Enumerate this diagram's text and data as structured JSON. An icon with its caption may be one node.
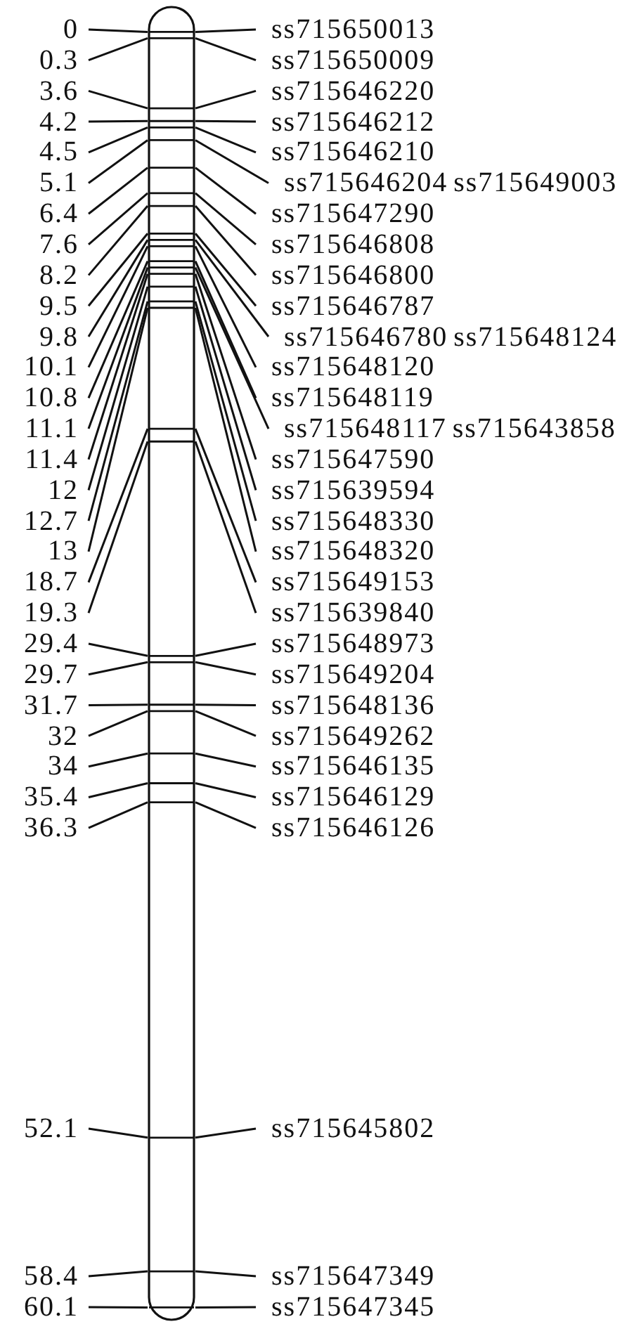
{
  "diagram": {
    "nodes": [
      {
        "text": [],
        "shape": "bar"
      },
      {
        "text": [
          "0"
        ]
      },
      {
        "text": [
          "ss715650013"
        ]
      },
      {
        "text": [
          "0.3"
        ]
      },
      {
        "text": [
          "ss715650009"
        ]
      },
      {
        "text": [
          "3.6"
        ]
      },
      {
        "text": [
          "ss715646220"
        ]
      },
      {
        "text": [
          "4.2"
        ]
      },
      {
        "text": [
          "ss715646212"
        ]
      },
      {
        "text": [
          "4.5"
        ]
      },
      {
        "text": [
          "ss715646210"
        ]
      },
      {
        "text": [
          "5.1"
        ]
      },
      {
        "text": [
          "ss715646204",
          "ss715649003"
        ]
      },
      {
        "text": [
          "6.4"
        ]
      },
      {
        "text": [
          "ss715647290"
        ]
      },
      {
        "text": [
          "7.6"
        ]
      },
      {
        "text": [
          "ss715646808"
        ]
      },
      {
        "text": [
          "8.2"
        ]
      },
      {
        "text": [
          "ss715646800"
        ]
      },
      {
        "text": [
          "9.5"
        ]
      },
      {
        "text": [
          "ss715646787"
        ]
      },
      {
        "text": [
          "9.8"
        ]
      },
      {
        "text": [
          "ss715646780",
          "ss715648124"
        ]
      },
      {
        "text": [
          "10.1"
        ]
      },
      {
        "text": [
          "ss715648120"
        ]
      },
      {
        "text": [
          "10.8"
        ]
      },
      {
        "text": [
          "ss715648119"
        ]
      },
      {
        "text": [
          "11.1"
        ]
      },
      {
        "text": [
          "ss715648117",
          "ss715643858"
        ]
      },
      {
        "text": [
          "11.4"
        ]
      },
      {
        "text": [
          "ss715647590"
        ]
      },
      {
        "text": [
          "12"
        ]
      },
      {
        "text": [
          "ss715639594"
        ]
      },
      {
        "text": [
          "12.7"
        ]
      },
      {
        "text": [
          "ss715648330"
        ]
      },
      {
        "text": [
          "13"
        ]
      },
      {
        "text": [
          "ss715648320"
        ]
      },
      {
        "text": [
          "18.7"
        ]
      },
      {
        "text": [
          "ss715649153"
        ]
      },
      {
        "text": [
          "19.3"
        ]
      },
      {
        "text": [
          "ss715639840"
        ]
      },
      {
        "text": [
          "29.4"
        ]
      },
      {
        "text": [
          "ss715648973"
        ]
      },
      {
        "text": [
          "29.7"
        ]
      },
      {
        "text": [
          "ss715649204"
        ]
      },
      {
        "text": [
          "31.7"
        ]
      },
      {
        "text": [
          "ss715648136"
        ]
      },
      {
        "text": [
          "32"
        ]
      },
      {
        "text": [
          "ss715649262"
        ]
      },
      {
        "text": [
          "34"
        ]
      },
      {
        "text": [
          "ss715646135"
        ]
      },
      {
        "text": [
          "35.4"
        ]
      },
      {
        "text": [
          "ss715646129"
        ]
      },
      {
        "text": [
          "36.3"
        ]
      },
      {
        "text": [
          "ss715646126"
        ]
      },
      {
        "text": [
          "52.1"
        ]
      },
      {
        "text": [
          "ss715645802"
        ]
      },
      {
        "text": [
          "58.4"
        ]
      },
      {
        "text": [
          "ss715647349"
        ]
      },
      {
        "text": [
          "60.1"
        ]
      },
      {
        "text": [
          "ss715647345"
        ]
      }
    ],
    "edges": [
      {
        "from": 1,
        "to": 0,
        "arrow": "none"
      },
      {
        "from": 0,
        "to": 2,
        "arrow": "none"
      },
      {
        "from": 3,
        "to": 0,
        "arrow": "none"
      },
      {
        "from": 0,
        "to": 4,
        "arrow": "none"
      },
      {
        "from": 5,
        "to": 0,
        "arrow": "none"
      },
      {
        "from": 0,
        "to": 6,
        "arrow": "none"
      },
      {
        "from": 7,
        "to": 0,
        "arrow": "none"
      },
      {
        "from": 0,
        "to": 8,
        "arrow": "none"
      },
      {
        "from": 9,
        "to": 0,
        "arrow": "none"
      },
      {
        "from": 0,
        "to": 10,
        "arrow": "none"
      },
      {
        "from": 11,
        "to": 0,
        "arrow": "none"
      },
      {
        "from": 0,
        "to": 12,
        "arrow": "none"
      },
      {
        "from": 13,
        "to": 0,
        "arrow": "none"
      },
      {
        "from": 0,
        "to": 14,
        "arrow": "none"
      },
      {
        "from": 15,
        "to": 0,
        "arrow": "none"
      },
      {
        "from": 0,
        "to": 16,
        "arrow": "none"
      },
      {
        "from": 17,
        "to": 0,
        "arrow": "none"
      },
      {
        "from": 0,
        "to": 18,
        "arrow": "none"
      },
      {
        "from": 19,
        "to": 0,
        "arrow": "none"
      },
      {
        "from": 0,
        "to": 20,
        "arrow": "none"
      },
      {
        "from": 21,
        "to": 0,
        "arrow": "none"
      },
      {
        "from": 0,
        "to": 22,
        "arrow": "none"
      },
      {
        "from": 23,
        "to": 0,
        "arrow": "none"
      },
      {
        "from": 0,
        "to": 24,
        "arrow": "none"
      },
      {
        "from": 25,
        "to": 0,
        "arrow": "none"
      },
      {
        "from": 0,
        "to": 26,
        "arrow": "none"
      },
      {
        "from": 27,
        "to": 0,
        "arrow": "none"
      },
      {
        "from": 0,
        "to": 28,
        "arrow": "none"
      },
      {
        "from": 29,
        "to": 0,
        "arrow": "none"
      },
      {
        "from": 0,
        "to": 30,
        "arrow": "none"
      },
      {
        "from": 31,
        "to": 0,
        "arrow": "none"
      },
      {
        "from": 0,
        "to": 32,
        "arrow": "none"
      },
      {
        "from": 33,
        "to": 0,
        "arrow": "none"
      },
      {
        "from": 0,
        "to": 34,
        "arrow": "none"
      },
      {
        "from": 35,
        "to": 0,
        "arrow": "none"
      },
      {
        "from": 0,
        "to": 36,
        "arrow": "none"
      },
      {
        "from": 37,
        "to": 0,
        "arrow": "none"
      },
      {
        "from": 0,
        "to": 38,
        "arrow": "none"
      },
      {
        "from": 39,
        "to": 0,
        "arrow": "none"
      },
      {
        "from": 0,
        "to": 40,
        "arrow": "none"
      },
      {
        "from": 41,
        "to": 0,
        "arrow": "none"
      },
      {
        "from": 0,
        "to": 42,
        "arrow": "none"
      },
      {
        "from": 43,
        "to": 0,
        "arrow": "none"
      },
      {
        "from": 0,
        "to": 44,
        "arrow": "none"
      },
      {
        "from": 45,
        "to": 0,
        "arrow": "none"
      },
      {
        "from": 0,
        "to": 46,
        "arrow": "none"
      },
      {
        "from": 47,
        "to": 0,
        "arrow": "none"
      },
      {
        "from": 0,
        "to": 48,
        "arrow": "none"
      },
      {
        "from": 49,
        "to": 0,
        "arrow": "none"
      },
      {
        "from": 0,
        "to": 50,
        "arrow": "none"
      },
      {
        "from": 51,
        "to": 0,
        "arrow": "none"
      },
      {
        "from": 0,
        "to": 52,
        "arrow": "none"
      },
      {
        "from": 53,
        "to": 0,
        "arrow": "none"
      },
      {
        "from": 0,
        "to": 54,
        "arrow": "none"
      },
      {
        "from": 55,
        "to": 0,
        "arrow": "none"
      },
      {
        "from": 0,
        "to": 56,
        "arrow": "none"
      },
      {
        "from": 57,
        "to": 0,
        "arrow": "none"
      },
      {
        "from": 0,
        "to": 58,
        "arrow": "none"
      },
      {
        "from": 59,
        "to": 0,
        "arrow": "none"
      },
      {
        "from": 0,
        "to": 60,
        "arrow": "none"
      }
    ]
  }
}
